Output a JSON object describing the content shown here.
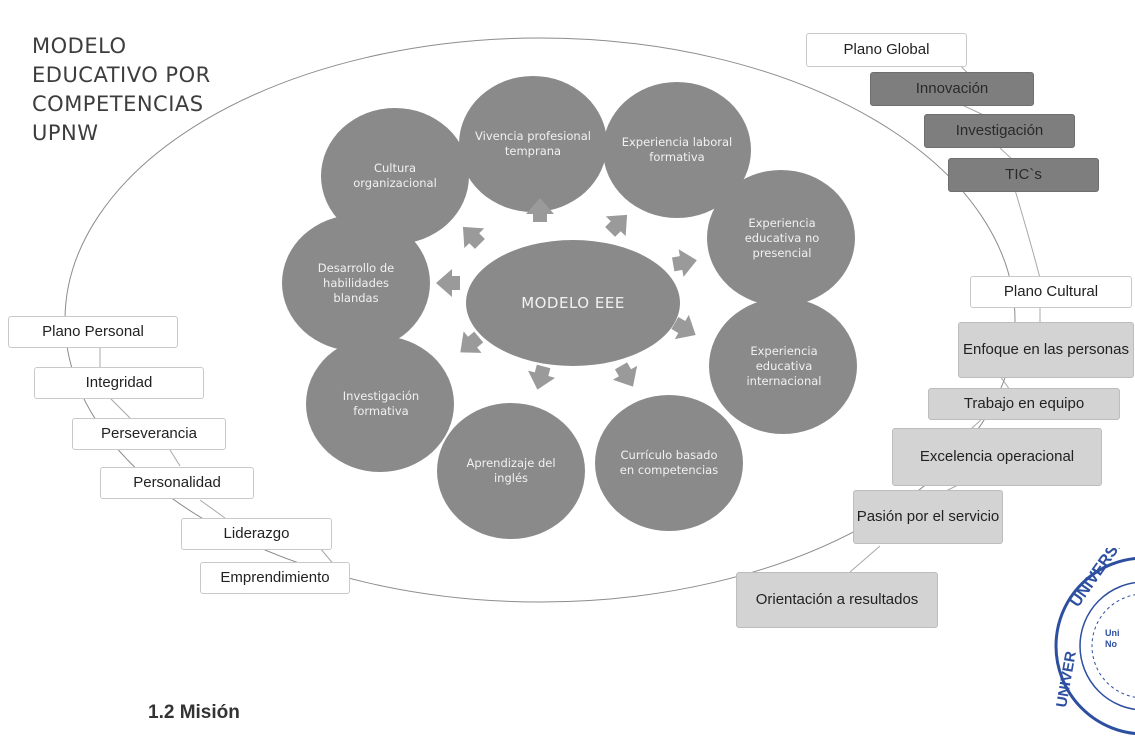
{
  "title": {
    "line1": "MODELO",
    "line2": "EDUCATIVO POR",
    "line3": "COMPETENCIAS",
    "line4": "UPNW"
  },
  "center": {
    "label": "MODELO EEE"
  },
  "circles": [
    {
      "label": "Vivencia profesional temprana"
    },
    {
      "label": "Experiencia laboral formativa"
    },
    {
      "label": "Experiencia educativa no presencial"
    },
    {
      "label": "Experiencia educativa internacional"
    },
    {
      "label": "Currículo basado en competencias"
    },
    {
      "label": "Aprendizaje del inglés"
    },
    {
      "label": "Investigación formativa"
    },
    {
      "label": "Desarrollo de habilidades blandas"
    },
    {
      "label": "Cultura organizacional"
    }
  ],
  "plano_global": {
    "header": "Plano Global",
    "items": [
      "Innovación",
      "Investigación",
      "TIC`s"
    ]
  },
  "plano_cultural": {
    "header": "Plano Cultural",
    "items": [
      "Enfoque en las personas",
      "Trabajo en equipo",
      "Excelencia operacional",
      "Pasión por el servicio",
      "Orientación a resultados"
    ]
  },
  "plano_personal": {
    "header": "Plano Personal",
    "items": [
      "Integridad",
      "Perseverancia",
      "Personalidad",
      "Liderazgo",
      "Emprendimiento"
    ]
  },
  "section_heading": "1.2 Misión",
  "seal": {
    "line1": "Uni",
    "line2": "No"
  },
  "colors": {
    "circle": "#8a8a8a",
    "dark_box": "#7e7e7e",
    "light_box": "#d3d3d3",
    "seal_blue": "#2d4fa0"
  }
}
